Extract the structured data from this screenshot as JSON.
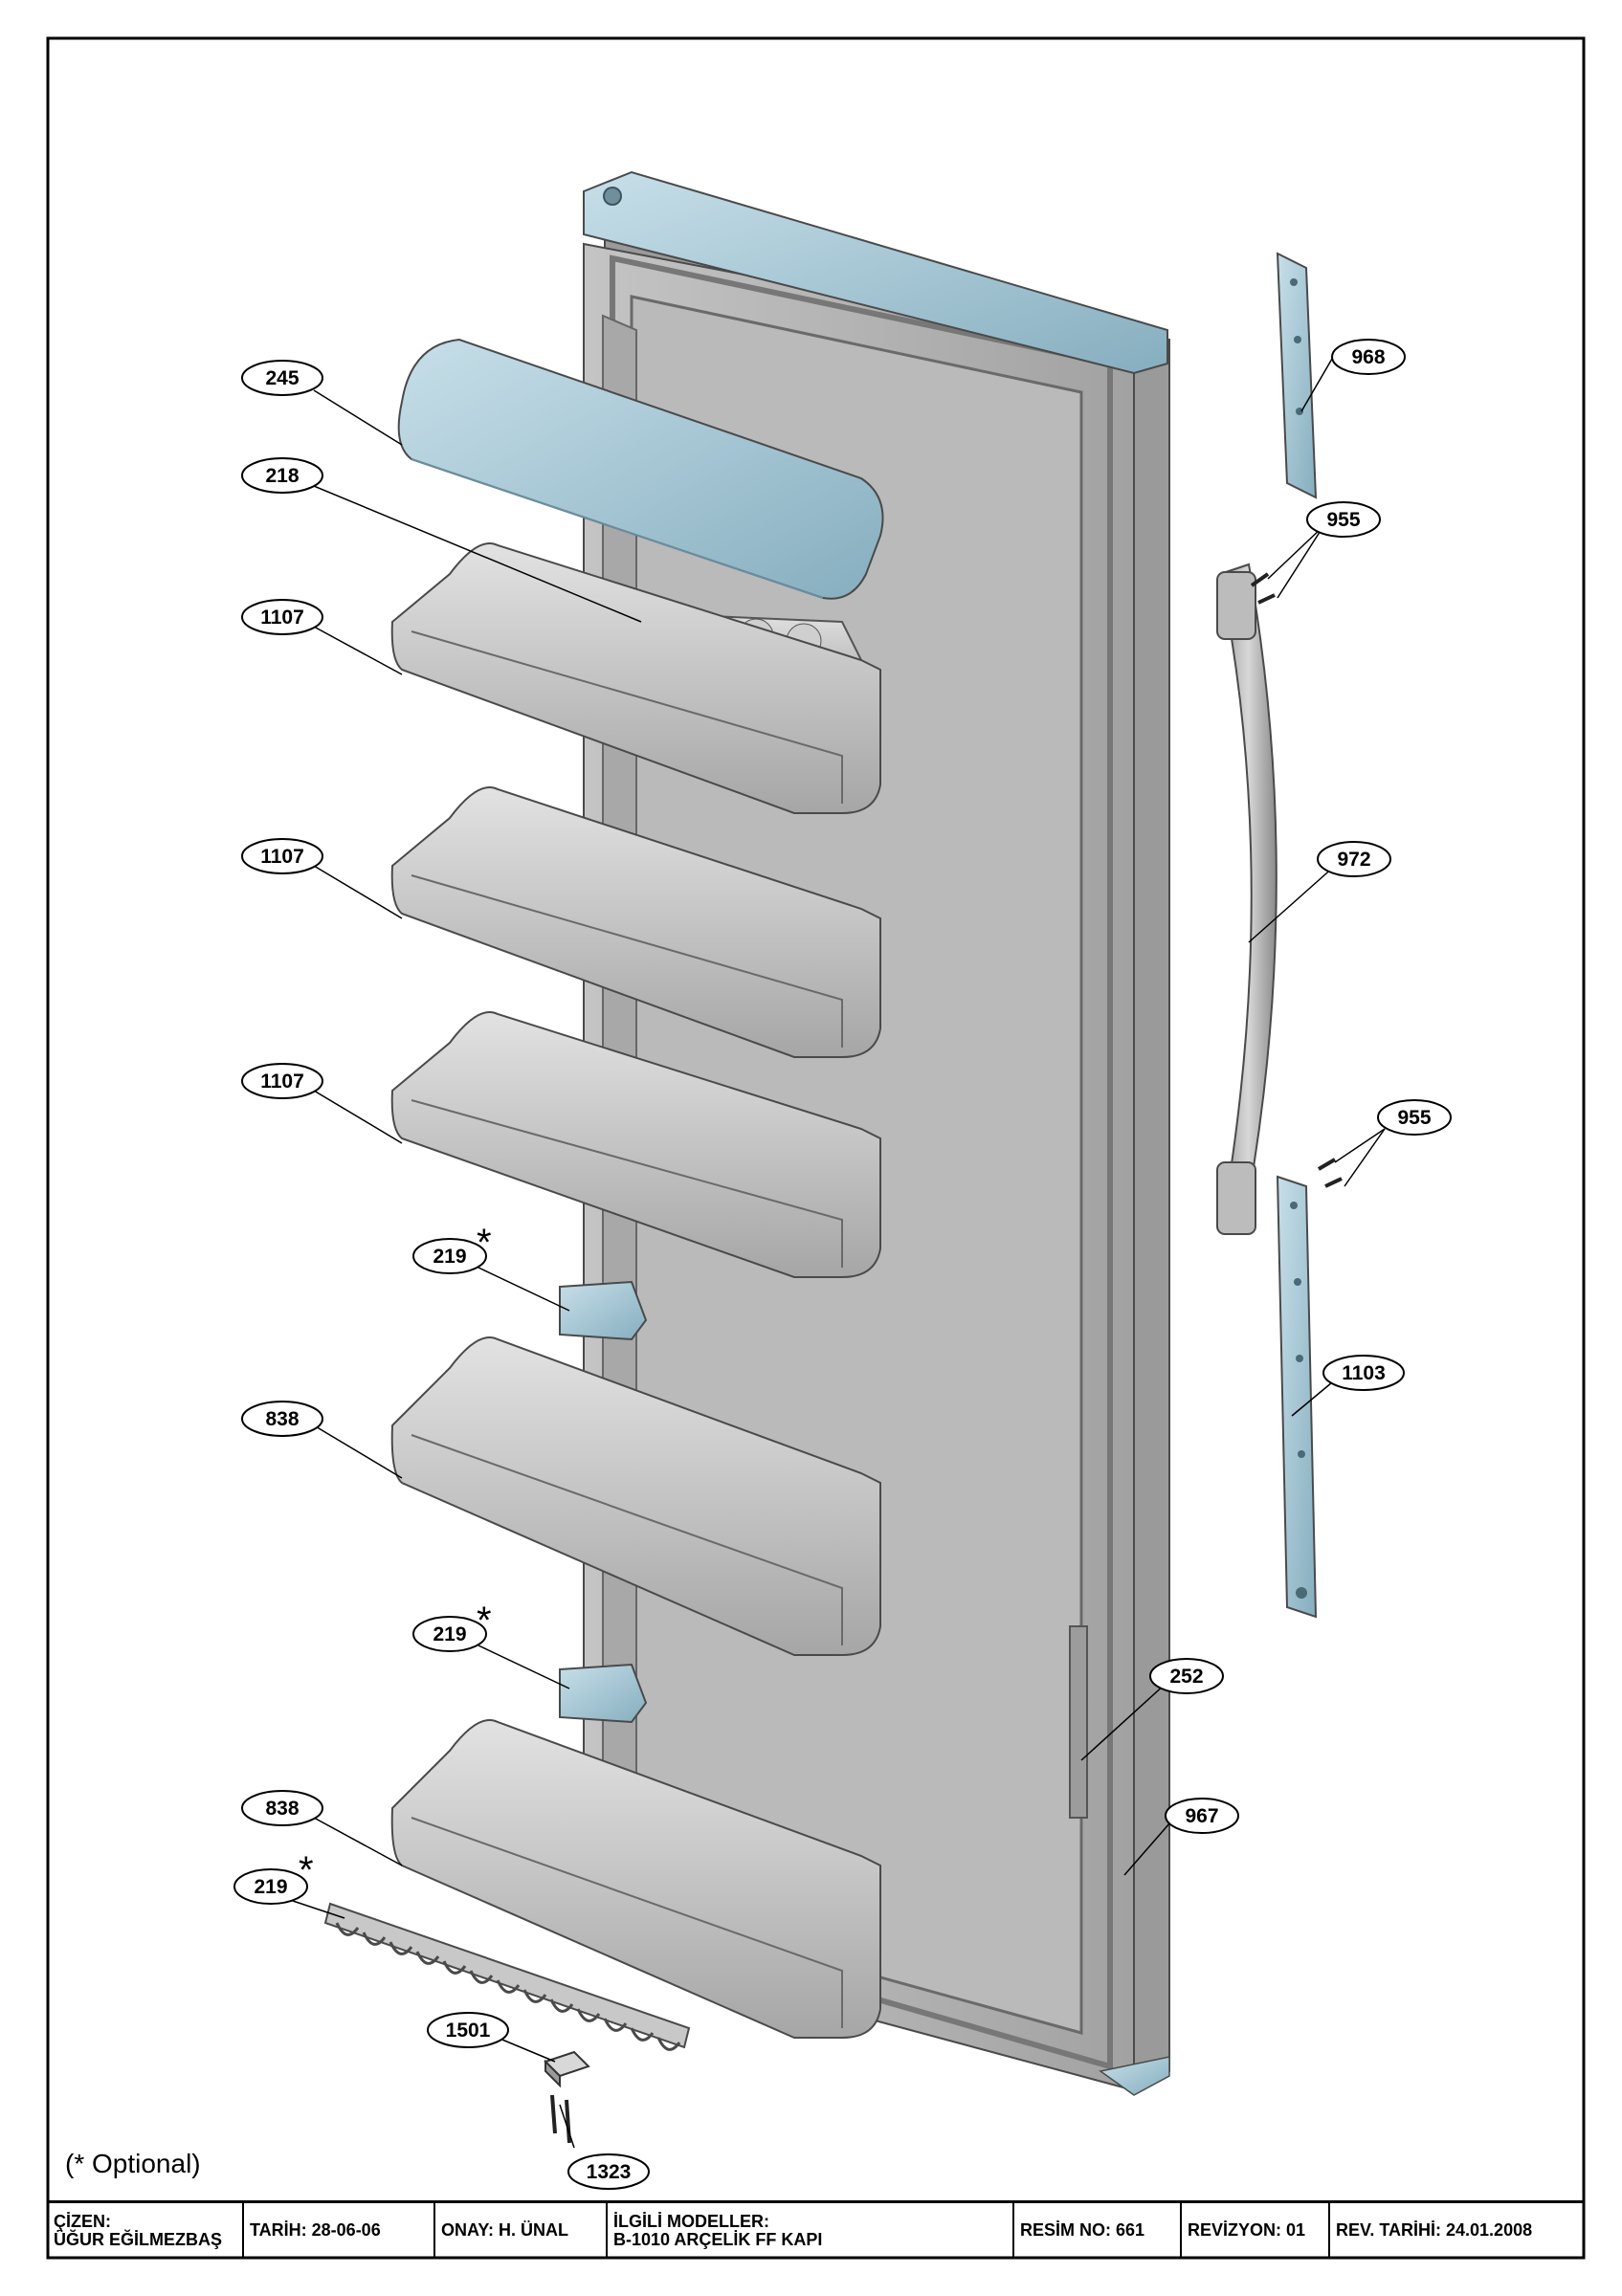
{
  "drawing": {
    "optional_note": "(* Optional)",
    "optional_marker": "*",
    "callouts": [
      {
        "id": "c245",
        "label": "245"
      },
      {
        "id": "c218",
        "label": "218"
      },
      {
        "id": "c1107a",
        "label": "1107"
      },
      {
        "id": "c1107b",
        "label": "1107"
      },
      {
        "id": "c1107c",
        "label": "1107"
      },
      {
        "id": "c219a",
        "label": "219"
      },
      {
        "id": "c838a",
        "label": "838"
      },
      {
        "id": "c219b",
        "label": "219"
      },
      {
        "id": "c838b",
        "label": "838"
      },
      {
        "id": "c219c",
        "label": "219"
      },
      {
        "id": "c1501",
        "label": "1501"
      },
      {
        "id": "c1323",
        "label": "1323"
      },
      {
        "id": "c968",
        "label": "968"
      },
      {
        "id": "c955a",
        "label": "955"
      },
      {
        "id": "c972",
        "label": "972"
      },
      {
        "id": "c955b",
        "label": "955"
      },
      {
        "id": "c1103",
        "label": "1103"
      },
      {
        "id": "c252",
        "label": "252"
      },
      {
        "id": "c967",
        "label": "967"
      }
    ]
  },
  "title_block": {
    "cizen_label": "ÇİZEN:",
    "cizen_name": "ÜĞUR EĞİLMEZBAŞ",
    "tarih": "TARİH: 28-06-06",
    "onay": "ONAY: H. ÜNAL",
    "models_label": "İLGİLİ MODELLER:",
    "models_value": "B-1010 ARÇELİK FF KAPI",
    "resim_no": "RESİM NO: 661",
    "revizyon": "REVİZYON: 01",
    "rev_tarihi": "REV. TARİHİ: 24.01.2008"
  },
  "colors": {
    "part_blue": "#a9c9d6",
    "part_blue_dark": "#7fa7b8",
    "part_gray": "#c8c8c8",
    "part_gray_dark": "#8e8e8e",
    "panel_gray": "#b5b5b5",
    "outline": "#4a4a4a"
  }
}
